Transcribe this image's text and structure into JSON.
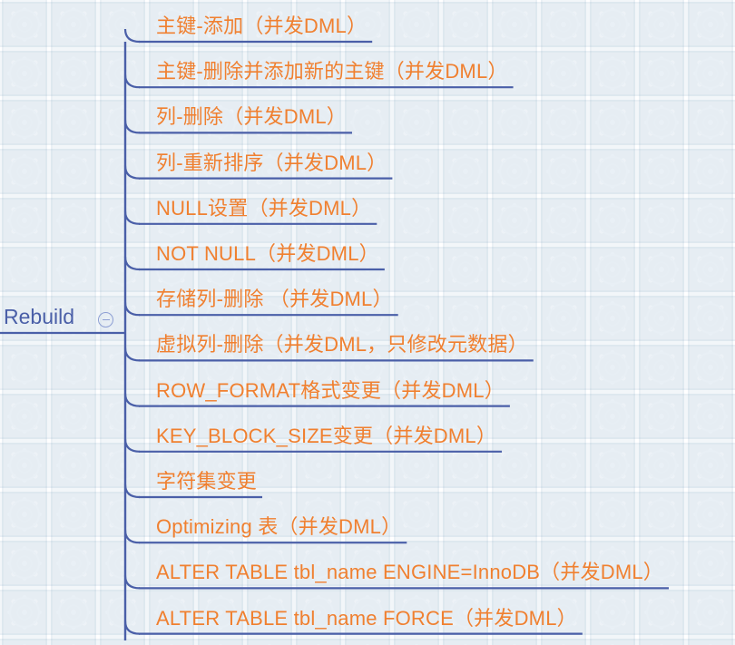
{
  "map": {
    "root": {
      "label": "Rebuild",
      "toggle_icon": "collapse-minus-icon",
      "toggle_state": "expanded",
      "color": "#4a5fa8"
    },
    "branch_color": "#4a5fa8",
    "node_color": "#f08030",
    "nodes": [
      {
        "label": "主键-添加（并发DML）"
      },
      {
        "label": "主键-删除并添加新的主键（并发DML）"
      },
      {
        "label": "列-删除（并发DML）"
      },
      {
        "label": "列-重新排序（并发DML）"
      },
      {
        "label": "NULL设置（并发DML）"
      },
      {
        "label": "NOT NULL（并发DML）"
      },
      {
        "label": "存储列-删除 （并发DML）"
      },
      {
        "label": "虚拟列-删除（并发DML，只修改元数据）"
      },
      {
        "label": "ROW_FORMAT格式变更（并发DML）"
      },
      {
        "label": "KEY_BLOCK_SIZE变更（并发DML）"
      },
      {
        "label": "字符集变更"
      },
      {
        "label": "Optimizing 表（并发DML）"
      },
      {
        "label": "ALTER TABLE tbl_name ENGINE=InnoDB（并发DML）"
      },
      {
        "label": "ALTER TABLE tbl_name FORCE（并发DML）"
      }
    ]
  }
}
